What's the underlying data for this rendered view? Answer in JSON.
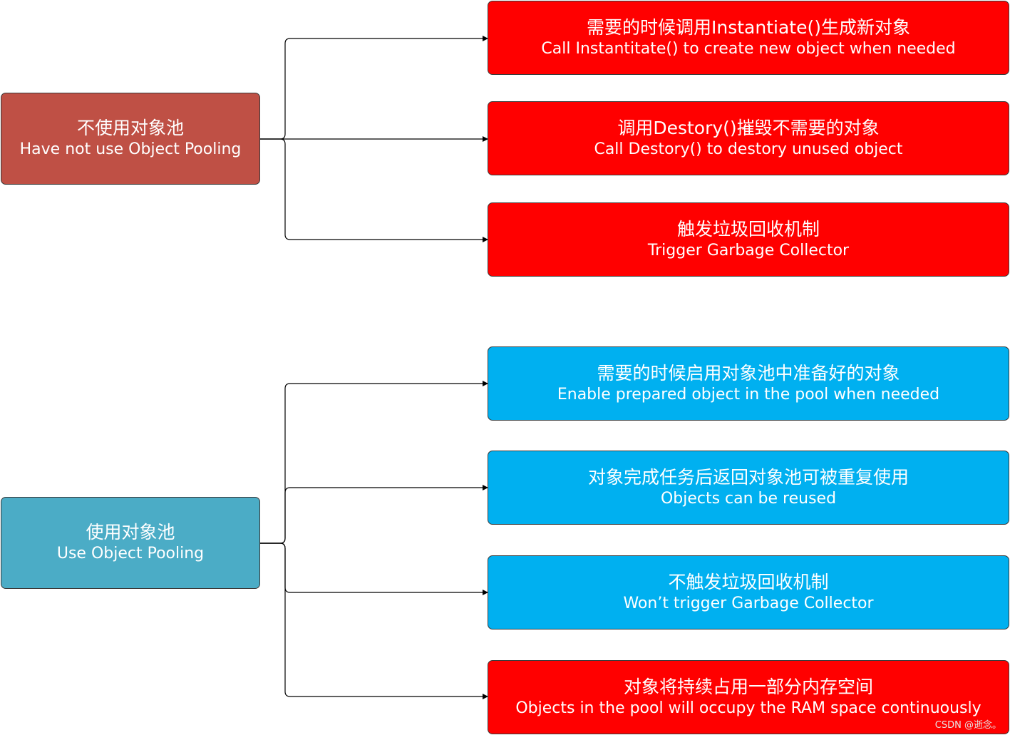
{
  "colors": {
    "root_without_pooling": "#bf5045",
    "root_with_pooling": "#4bacc6",
    "negative": "#ff0000",
    "positive": "#00b0f0",
    "connector": "#000000"
  },
  "groups": [
    {
      "root": {
        "zh": "不使用对象池",
        "en": "Have not use Object Pooling",
        "color": "#bf5045"
      },
      "children": [
        {
          "zh": "需要的时候调用Instantiate()生成新对象",
          "en": "Call Instantitate() to create new object when needed",
          "color": "#ff0000"
        },
        {
          "zh": "调用Destory()摧毁不需要的对象",
          "en": "Call Destory() to destory unused object",
          "color": "#ff0000"
        },
        {
          "zh": "触发垃圾回收机制",
          "en": "Trigger Garbage Collector",
          "color": "#ff0000"
        }
      ]
    },
    {
      "root": {
        "zh": "使用对象池",
        "en": "Use Object Pooling",
        "color": "#4bacc6"
      },
      "children": [
        {
          "zh": "需要的时候启用对象池中准备好的对象",
          "en": "Enable prepared object in the pool when needed",
          "color": "#00b0f0"
        },
        {
          "zh": "对象完成任务后返回对象池可被重复使用",
          "en": "Objects can be reused",
          "color": "#00b0f0"
        },
        {
          "zh": "不触发垃圾回收机制",
          "en": "Won’t trigger Garbage Collector",
          "color": "#00b0f0"
        },
        {
          "zh": "对象将持续占用一部分内存空间",
          "en": "Objects in the pool will occupy the RAM space continuously",
          "color": "#ff0000"
        }
      ]
    }
  ],
  "watermark": "CSDN @逝念。"
}
